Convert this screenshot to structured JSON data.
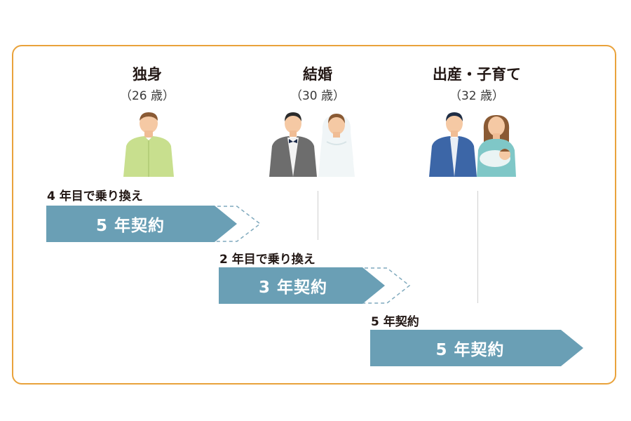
{
  "stages": [
    {
      "title": "独身",
      "age": "（26 歳）",
      "figure_icon": "single-man-icon"
    },
    {
      "title": "結婚",
      "age": "（30 歳）",
      "figure_icon": "bride-groom-icon"
    },
    {
      "title": "出産・子育て",
      "age": "（32 歳）",
      "figure_icon": "family-with-baby-icon"
    }
  ],
  "contracts": [
    {
      "caption": "4 年目で乗り換え",
      "label": "5 年契約"
    },
    {
      "caption": "2 年目で乗り換え",
      "label": "3 年契約"
    },
    {
      "caption": "5 年契約",
      "label": "5 年契約"
    }
  ],
  "colors": {
    "frame": "#e9a23b",
    "arrow": "#6a9fb5",
    "dashed": "#7fa9bd",
    "single_shirt": "#c8df8e",
    "suit": "#6d6d6d",
    "dress": "#f1f6f7",
    "father_jacket": "#3c66a7",
    "mother_top": "#7fc7c7"
  }
}
